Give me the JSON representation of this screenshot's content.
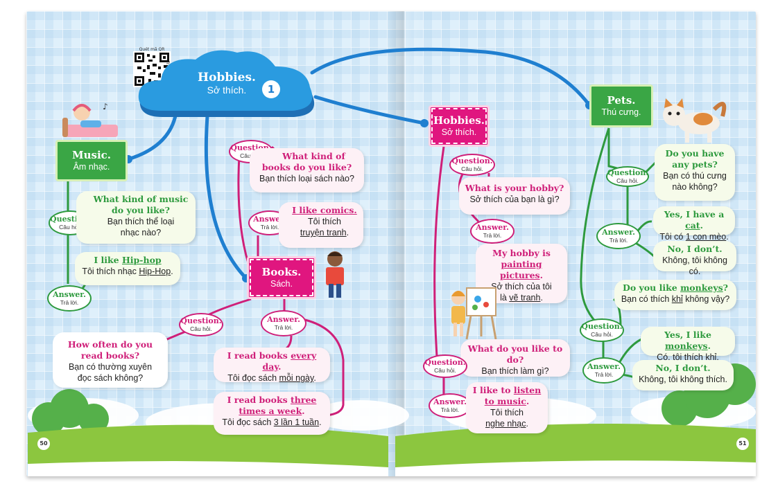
{
  "qr": {
    "label": "Quét mã QR",
    "side": "Trả lời"
  },
  "center": {
    "title": "Hobbies.",
    "subtitle": "Sở thích.",
    "number": "1"
  },
  "tags": {
    "question": "Question.",
    "question_vi": "Câu hỏi.",
    "answer": "Answer.",
    "answer_vi": "Trả lời."
  },
  "music": {
    "title": "Music.",
    "subtitle": "Âm nhạc.",
    "q_en_1": "What kind of music",
    "q_en_2": "do you like?",
    "q_vi_1": "Bạn thích thể loại",
    "q_vi_2": "nhạc nào?",
    "a_en_1": "I like ",
    "a_en_2": "Hip-hop",
    "a_vi_1": "Tôi thích nhạc ",
    "a_vi_2": "Hip-Hop",
    "a_vi_3": "."
  },
  "books_q1": {
    "en_1": "What kind of",
    "en_2": "books do you like?",
    "vi": "Bạn thích loại sách nào?"
  },
  "books_a1": {
    "en_1": "I like comics.",
    "vi_1": "Tôi thích",
    "vi_2": "truyện tranh",
    "vi_3": "."
  },
  "books": {
    "title": "Books.",
    "subtitle": "Sách."
  },
  "books_q2": {
    "en_1": "How often do you",
    "en_2": "read books?",
    "vi_1": "Bạn có thường xuyên",
    "vi_2": "đọc sách không?"
  },
  "books_a2": {
    "en_1": "I read books ",
    "en_2": "every day",
    "en_3": ".",
    "vi_1": "Tôi đọc sách ",
    "vi_2": "mỗi ngày",
    "vi_3": "."
  },
  "books_a3": {
    "en_1": "I read books ",
    "en_2": "three",
    "en_3": "times a week",
    "en_4": ".",
    "vi_1": "Tôi đọc sách ",
    "vi_2": "3 lần 1 tuần",
    "vi_3": "."
  },
  "hobbies": {
    "title": "Hobbies.",
    "subtitle": "Sở thích."
  },
  "hob_q1": {
    "en": "What is your hobby?",
    "vi": "Sở thích của bạn là gì?"
  },
  "hob_a1": {
    "en_1": "My hobby is",
    "en_2": "painting pictures",
    "en_3": ".",
    "vi_1": "Sở thích của tôi",
    "vi_2": "là ",
    "vi_3": "vẽ tranh",
    "vi_4": "."
  },
  "hob_q2": {
    "en": "What do you like to do?",
    "vi": "Bạn thích làm gì?"
  },
  "hob_a2": {
    "en_1": "I like to ",
    "en_2": "listen",
    "en_3": "to music",
    "en_4": ".",
    "vi_1": "Tôi thích",
    "vi_2": "nghe nhạc",
    "vi_3": "."
  },
  "pets": {
    "title": "Pets.",
    "subtitle": "Thú cưng."
  },
  "pets_q1": {
    "en_1": "Do you have",
    "en_2": "any pets?",
    "vi_1": "Bạn có thú cưng",
    "vi_2": "nào không?"
  },
  "pets_a1": {
    "en_1": "Yes, I have a ",
    "en_2": "cat",
    "en_3": ".",
    "vi_1": "Tôi có ",
    "vi_2": "1 con mèo",
    "vi_3": "."
  },
  "pets_a2": {
    "en": "No, I don’t.",
    "vi": "Không, tôi không có."
  },
  "pets_q2": {
    "en_1": "Do you like ",
    "en_2": "monkeys",
    "en_3": "?",
    "vi_1": "Bạn có thích ",
    "vi_2": "khỉ",
    "vi_3": " không vậy?"
  },
  "pets_a3": {
    "en_1": "Yes, I like ",
    "en_2": "monkeys",
    "en_3": ".",
    "vi_1": "Có, tôi thích ",
    "vi_2": "khỉ",
    "vi_3": "."
  },
  "pets_a4": {
    "en": "No, I don’t.",
    "vi": "Không, tôi không thích."
  },
  "pages": {
    "left": "50",
    "right": "51"
  },
  "colors": {
    "green": "#2e9a3e",
    "pink": "#cf1f79",
    "blue": "#1f7fd0",
    "grass": "#8cc63f"
  }
}
